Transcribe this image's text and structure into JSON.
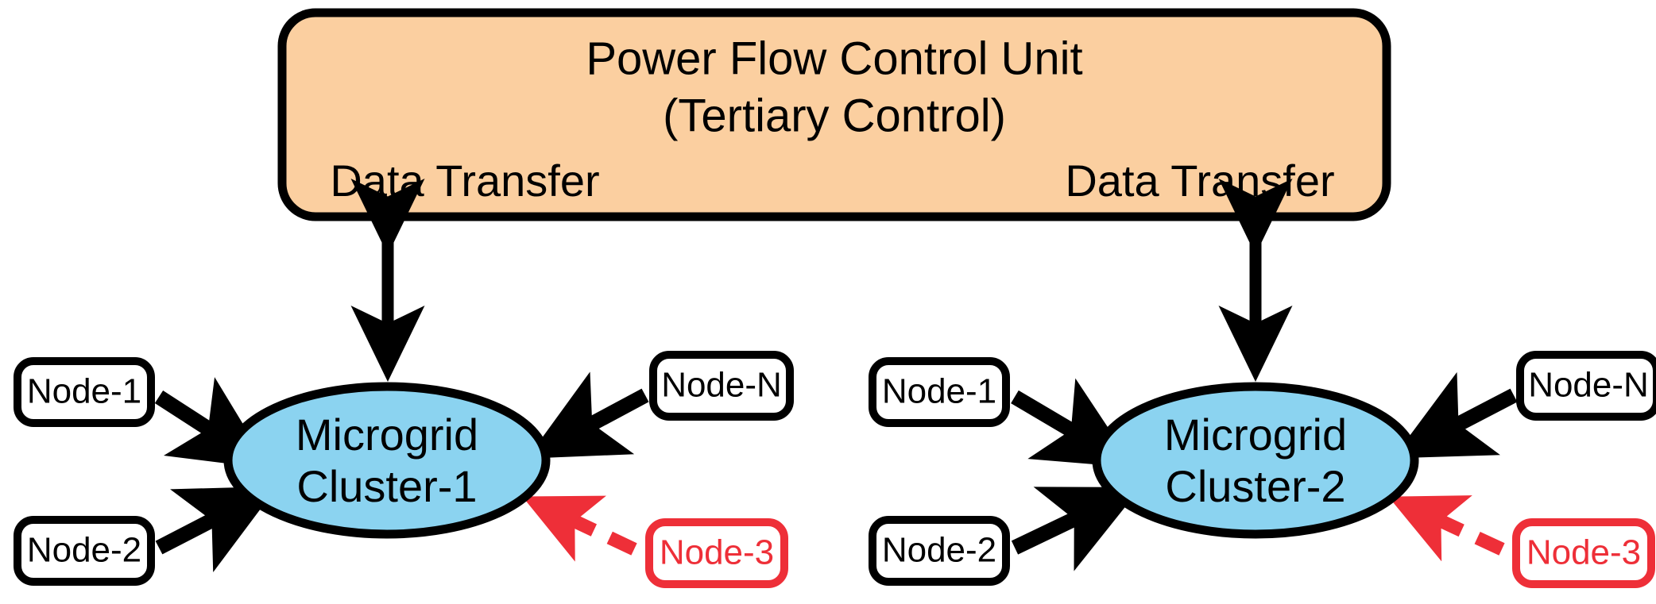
{
  "diagram": {
    "title": "Hierarchical microgrid cluster control diagram",
    "colors": {
      "control_unit_fill": "#FBCFA0",
      "control_unit_stroke": "#000000",
      "cluster_fill": "#8BD3F0",
      "cluster_stroke": "#000000",
      "node_fill": "#FFFFFF",
      "node_stroke": "#000000",
      "faulty_node_color": "#EE2F38",
      "arrow_color": "#000000",
      "background": "#FFFFFF"
    },
    "control_unit": {
      "title_line1": "Power Flow Control Unit",
      "title_line2": "(Tertiary Control)",
      "left_link_label": "Data Transfer",
      "right_link_label": "Data Transfer"
    },
    "clusters": [
      {
        "id": "cluster-1",
        "label_line1": "Microgrid",
        "label_line2": "Cluster-1",
        "nodes": [
          {
            "id": "c1-node-1",
            "label": "Node-1",
            "position": "top-left",
            "state": "normal",
            "edge": "solid-arrow-in"
          },
          {
            "id": "c1-node-2",
            "label": "Node-2",
            "position": "bottom-left",
            "state": "normal",
            "edge": "solid-arrow-in"
          },
          {
            "id": "c1-node-n",
            "label": "Node-N",
            "position": "top-right",
            "state": "normal",
            "edge": "solid-arrow-in"
          },
          {
            "id": "c1-node-3",
            "label": "Node-3",
            "position": "bottom-right",
            "state": "faulty",
            "edge": "dashed-arrow-in"
          }
        ]
      },
      {
        "id": "cluster-2",
        "label_line1": "Microgrid",
        "label_line2": "Cluster-2",
        "nodes": [
          {
            "id": "c2-node-1",
            "label": "Node-1",
            "position": "top-left",
            "state": "normal",
            "edge": "solid-arrow-in"
          },
          {
            "id": "c2-node-2",
            "label": "Node-2",
            "position": "bottom-left",
            "state": "normal",
            "edge": "solid-arrow-in"
          },
          {
            "id": "c2-node-n",
            "label": "Node-N",
            "position": "top-right",
            "state": "normal",
            "edge": "solid-arrow-in"
          },
          {
            "id": "c2-node-3",
            "label": "Node-3",
            "position": "bottom-right",
            "state": "faulty",
            "edge": "dashed-arrow-in"
          }
        ]
      }
    ],
    "links": [
      {
        "id": "link-ctrl-cluster-1",
        "label": "Data Transfer",
        "type": "bidirectional"
      },
      {
        "id": "link-ctrl-cluster-2",
        "label": "Data Transfer",
        "type": "bidirectional"
      }
    ]
  }
}
